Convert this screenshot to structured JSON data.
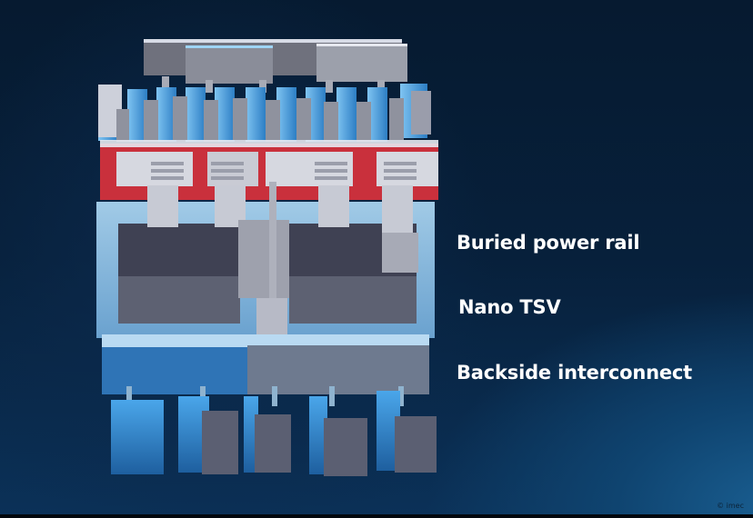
{
  "labels": {
    "buried_power_rail": "Buried power rail",
    "nano_tsv": "Nano TSV",
    "backside_interconnect": "Backside interconnect"
  },
  "credit": "© imec",
  "colors": {
    "background": "#061a30",
    "accent_blue": "#3ea2e8",
    "red_layer": "#c9303c",
    "metal_grey": "#b9bcc8",
    "label_text": "#ffffff"
  }
}
